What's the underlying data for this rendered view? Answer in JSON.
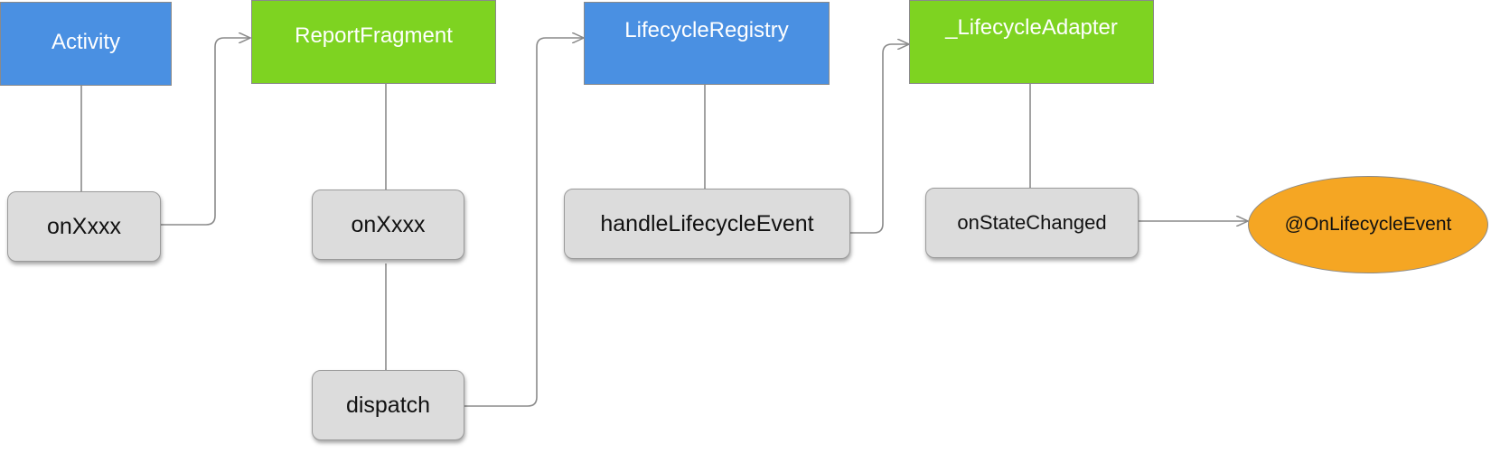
{
  "headers": {
    "activity": "Activity",
    "report_fragment": "ReportFragment",
    "lifecycle_registry": "LifecycleRegistry",
    "lifecycle_adapter": "_LifecycleAdapter"
  },
  "methods": {
    "activity_on": "onXxxx",
    "fragment_on": "onXxxx",
    "dispatch": "dispatch",
    "handle_lifecycle_event": "handleLifecycleEvent",
    "on_state_changed": "onStateChanged"
  },
  "annotation": "@OnLifecycleEvent",
  "colors": {
    "blue": "#4a90e2",
    "green": "#7ed321",
    "node_gray": "#dcdcdc",
    "annotation_orange": "#f5a623",
    "connector": "#8a8a8a"
  }
}
